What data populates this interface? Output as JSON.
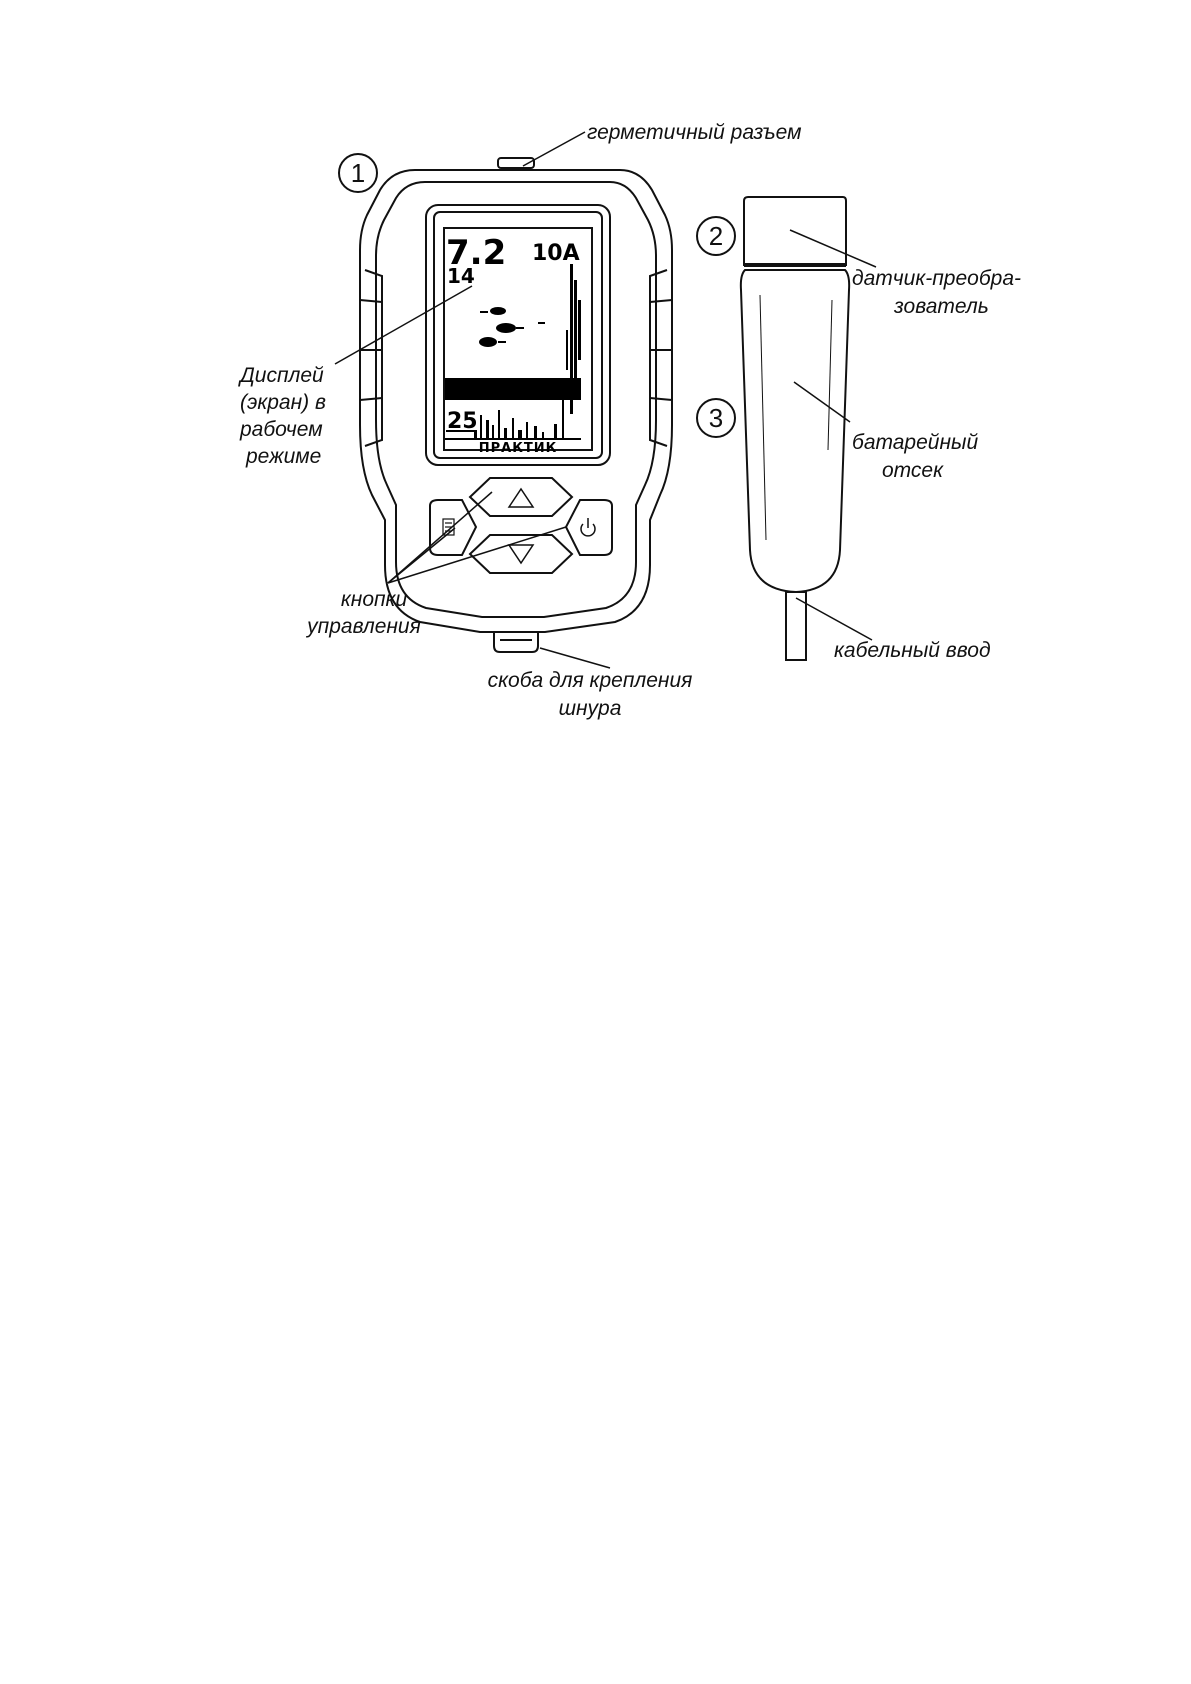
{
  "callouts": {
    "n1": "1",
    "n2": "2",
    "n3": "3"
  },
  "labels": {
    "connector": "герметичный разъем",
    "transducer_line1": "датчик-преобра-",
    "transducer_line2": "зователь",
    "display_line1": "Дисплей",
    "display_line2": "(экран) в",
    "display_line3": "рабочем",
    "display_line4": "режиме",
    "battery_line1": "батарейный",
    "battery_line2": "отсек",
    "buttons_line1": "кнопки",
    "buttons_line2": "управления",
    "cable_entry": "кабельный ввод",
    "bracket_line1": "скоба для крепления",
    "bracket_line2": "шнура"
  },
  "screen": {
    "depth": "7.2",
    "temperature": "14",
    "range": "10A",
    "bottom_depth": "25",
    "brand": "ПРАКТИК"
  },
  "icons": {
    "up_button": "triangle-up-icon",
    "down_button": "triangle-down-icon",
    "menu_button": "menu-icon",
    "power_button": "power-icon",
    "fish": "fish-icon"
  }
}
